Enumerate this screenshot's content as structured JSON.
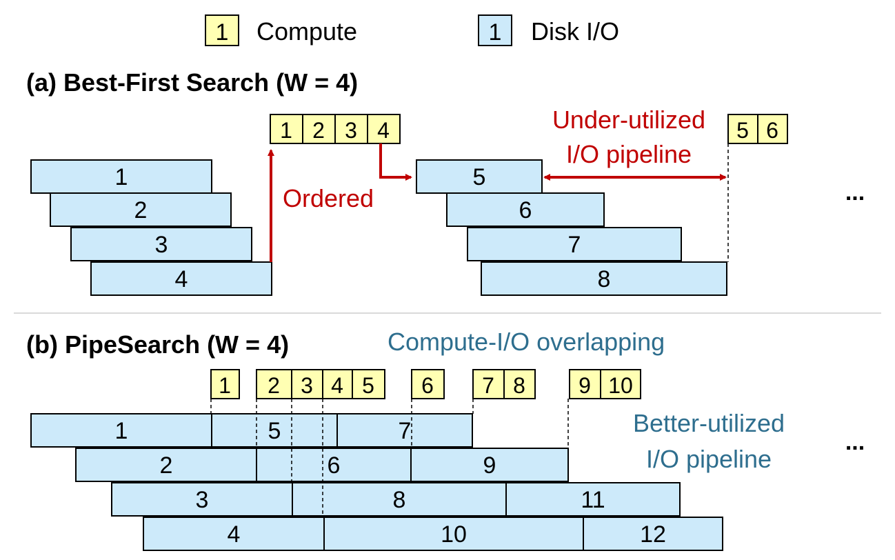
{
  "legend": {
    "compute": {
      "sample": "1",
      "label": "Compute"
    },
    "disk_io": {
      "sample": "1",
      "label": "Disk I/O"
    }
  },
  "colors": {
    "compute_fill": "#ffffb3",
    "io_fill": "#cdeafa",
    "annotation_red": "#c00000",
    "annotation_teal": "#2e6e8e",
    "stroke": "#000000",
    "separator": "#d9d9d9"
  },
  "panel_a": {
    "title": "(a) Best-First Search (W = 4)",
    "compute_groups": [
      [
        "1",
        "2",
        "3",
        "4"
      ],
      [
        "5",
        "6"
      ]
    ],
    "io_bars": [
      "1",
      "2",
      "3",
      "4",
      "5",
      "6",
      "7",
      "8"
    ],
    "ordered_label": "Ordered",
    "underutilized_label_line1": "Under-utilized",
    "underutilized_label_line2": "I/O pipeline",
    "ellipsis": "..."
  },
  "panel_b": {
    "title": "(b) PipeSearch (W = 4)",
    "overlap_label": "Compute-I/O overlapping",
    "compute_groups": [
      [
        "1"
      ],
      [
        "2",
        "3",
        "4",
        "5"
      ],
      [
        "6"
      ],
      [
        "7",
        "8"
      ],
      [
        "9",
        "10"
      ]
    ],
    "io_rows": [
      [
        "1",
        "5",
        "7"
      ],
      [
        "2",
        "6",
        "9"
      ],
      [
        "3",
        "8",
        "11"
      ],
      [
        "4",
        "10",
        "12"
      ]
    ],
    "better_label_line1": "Better-utilized",
    "better_label_line2": "I/O pipeline",
    "ellipsis": "..."
  }
}
